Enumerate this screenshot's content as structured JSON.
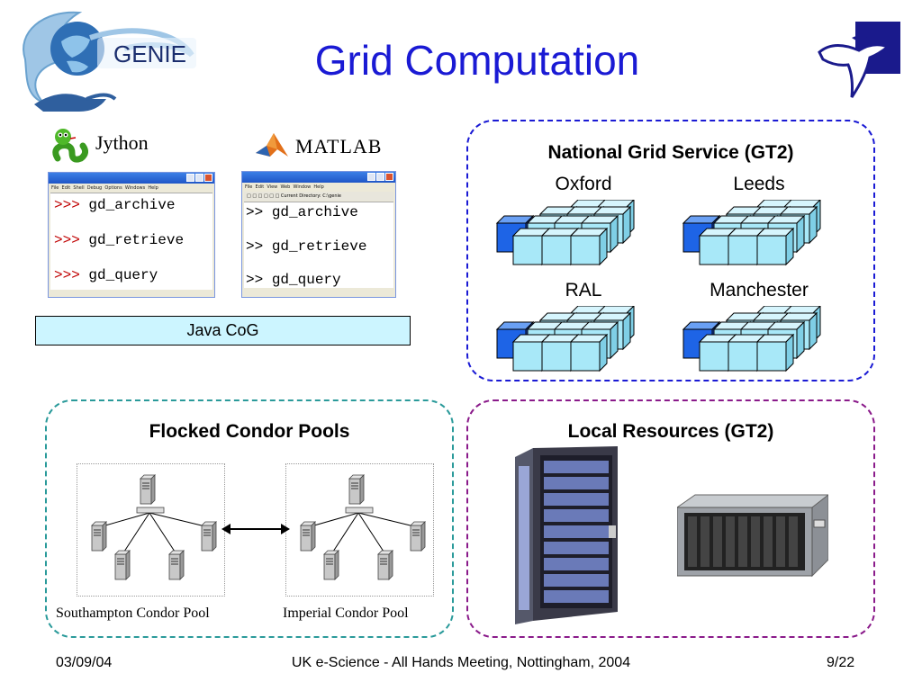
{
  "header": {
    "title": "Grid Computation",
    "logo_text": "GENIE"
  },
  "clients": {
    "jython_label": "Jython",
    "matlab_label": "MATLAB",
    "jython_commands": [
      {
        "prompt": ">>>",
        "cmd": "gd_archive"
      },
      {
        "prompt": ">>>",
        "cmd": "gd_retrieve"
      },
      {
        "prompt": ">>>",
        "cmd": "gd_query"
      }
    ],
    "matlab_commands": [
      {
        "prompt": ">>",
        "cmd": "gd_archive"
      },
      {
        "prompt": ">>",
        "cmd": "gd_retrieve"
      },
      {
        "prompt": ">>",
        "cmd": "gd_query"
      }
    ],
    "java_cog": "Java CoG"
  },
  "ngs": {
    "title": "National Grid Service (GT2)",
    "sites": [
      "Oxford",
      "Leeds",
      "RAL",
      "Manchester"
    ]
  },
  "condor": {
    "title": "Flocked Condor Pools",
    "pools": [
      "Southampton Condor Pool",
      "Imperial Condor Pool"
    ]
  },
  "local": {
    "title": "Local Resources (GT2)"
  },
  "footer": {
    "date": "03/09/04",
    "center": "UK e-Science - All Hands Meeting, Nottingham, 2004",
    "page": "9/22"
  },
  "colors": {
    "title": "#1a1ad4",
    "ngs_border": "#1a1ad4",
    "condor_border": "#2a9a9a",
    "local_border": "#8a1a8a",
    "cube_fill": "#a8e8f8",
    "cube_highlight": "#1e64e6",
    "java_cog_fill": "#ccf5ff"
  }
}
